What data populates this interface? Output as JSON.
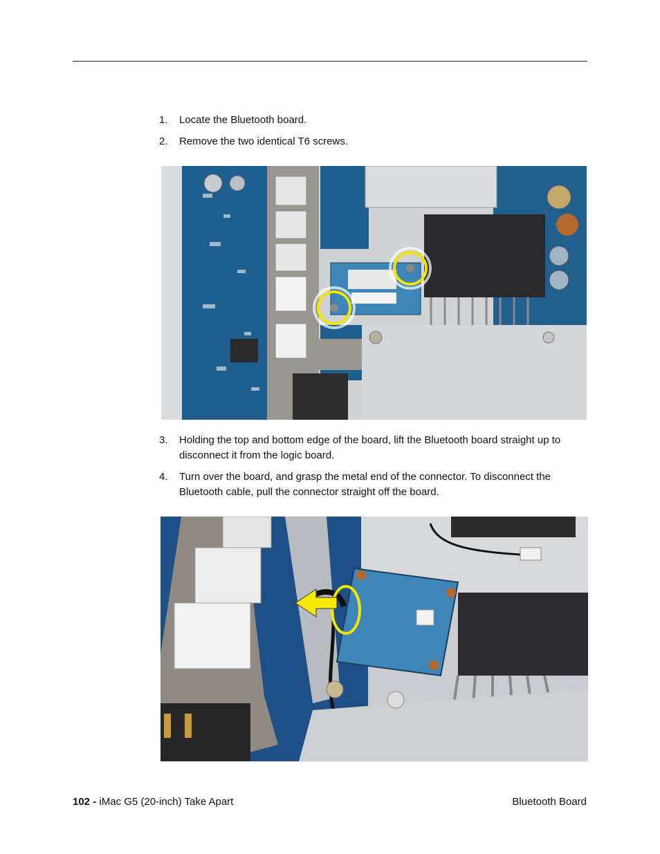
{
  "steps": [
    {
      "num": "1.",
      "text": "Locate the Bluetooth board."
    },
    {
      "num": "2.",
      "text": "Remove the two identical T6 screws."
    },
    {
      "num": "3.",
      "text": "Holding the top and bottom edge of the board, lift the Bluetooth board straight up to disconnect it from the logic board."
    },
    {
      "num": "4.",
      "text": "Turn over the board, and grasp the metal end of the connector. To disconnect the Bluetooth cable, pull the connector straight off the board."
    }
  ],
  "footer": {
    "page_number": "102 -",
    "doc_title": "iMac G5 (20-inch)  Take Apart",
    "section": "Bluetooth Board"
  },
  "colors": {
    "logic_board": "#1f5f8f",
    "highlight": "#f2e600",
    "arrow": "#f5ea00",
    "bluetooth_board": "#3f86b8"
  }
}
